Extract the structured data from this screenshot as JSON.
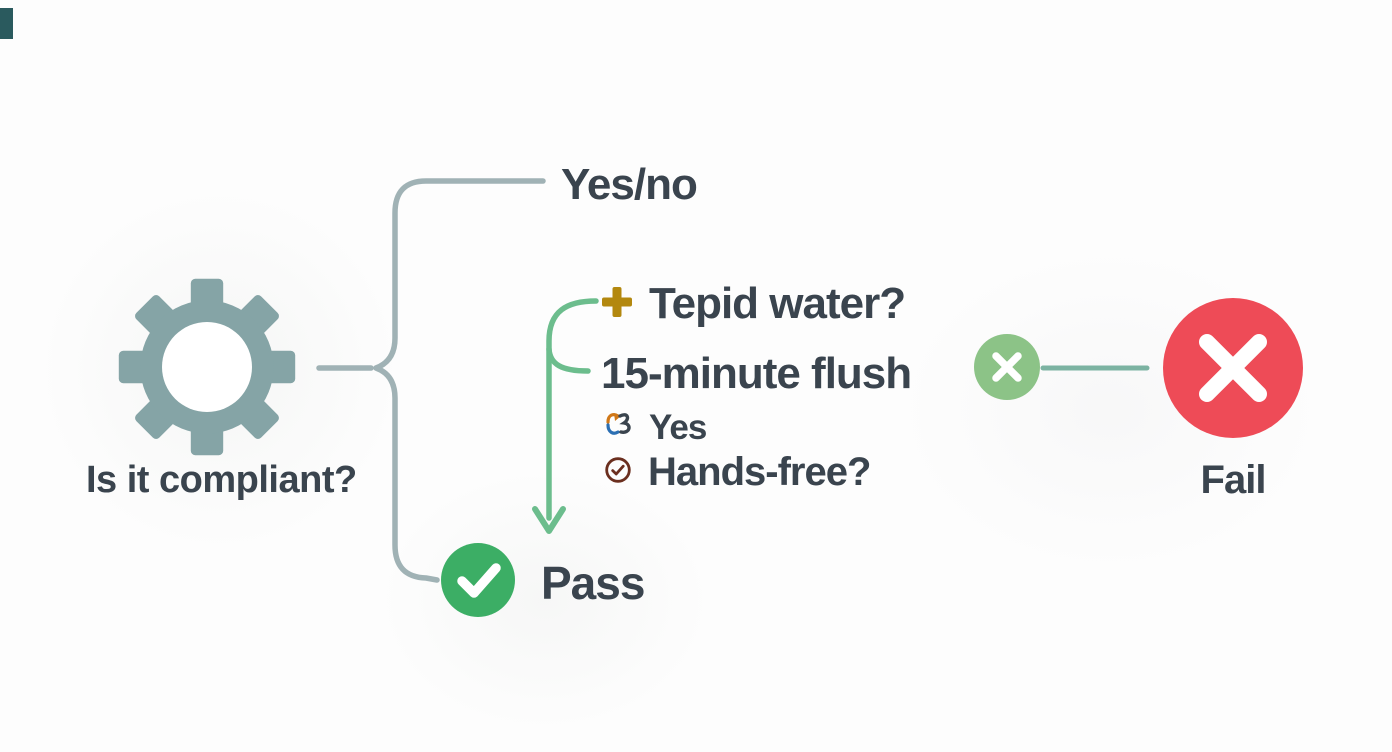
{
  "root": {
    "label": "Is it compliant?",
    "icon": "gear"
  },
  "branch_top": {
    "label": "Yes/no"
  },
  "branch_middle": {
    "plus_glyph": "+",
    "tepid_label": "Tepid water?",
    "flush_label": "15-minute flush",
    "yes_label": "Yes",
    "handsfree_label": "Hands-free?"
  },
  "branch_pass": {
    "label": "Pass"
  },
  "fail_node": {
    "label": "Fail"
  },
  "colors": {
    "gear": "#85a4a6",
    "connector_teal": "#a0b2b5",
    "connector_green": "#6cbd8d",
    "fail_link_teal": "#7cb3a2",
    "pass_green": "#3cae65",
    "soft_green": "#8cc387",
    "fail_red": "#ee4b57",
    "gold": "#b3880f",
    "maroon": "#6b2f1f",
    "swap_orange": "#d07818",
    "swap_blue": "#2b6fb3",
    "text_dark": "#3a444e",
    "white": "#ffffff"
  }
}
